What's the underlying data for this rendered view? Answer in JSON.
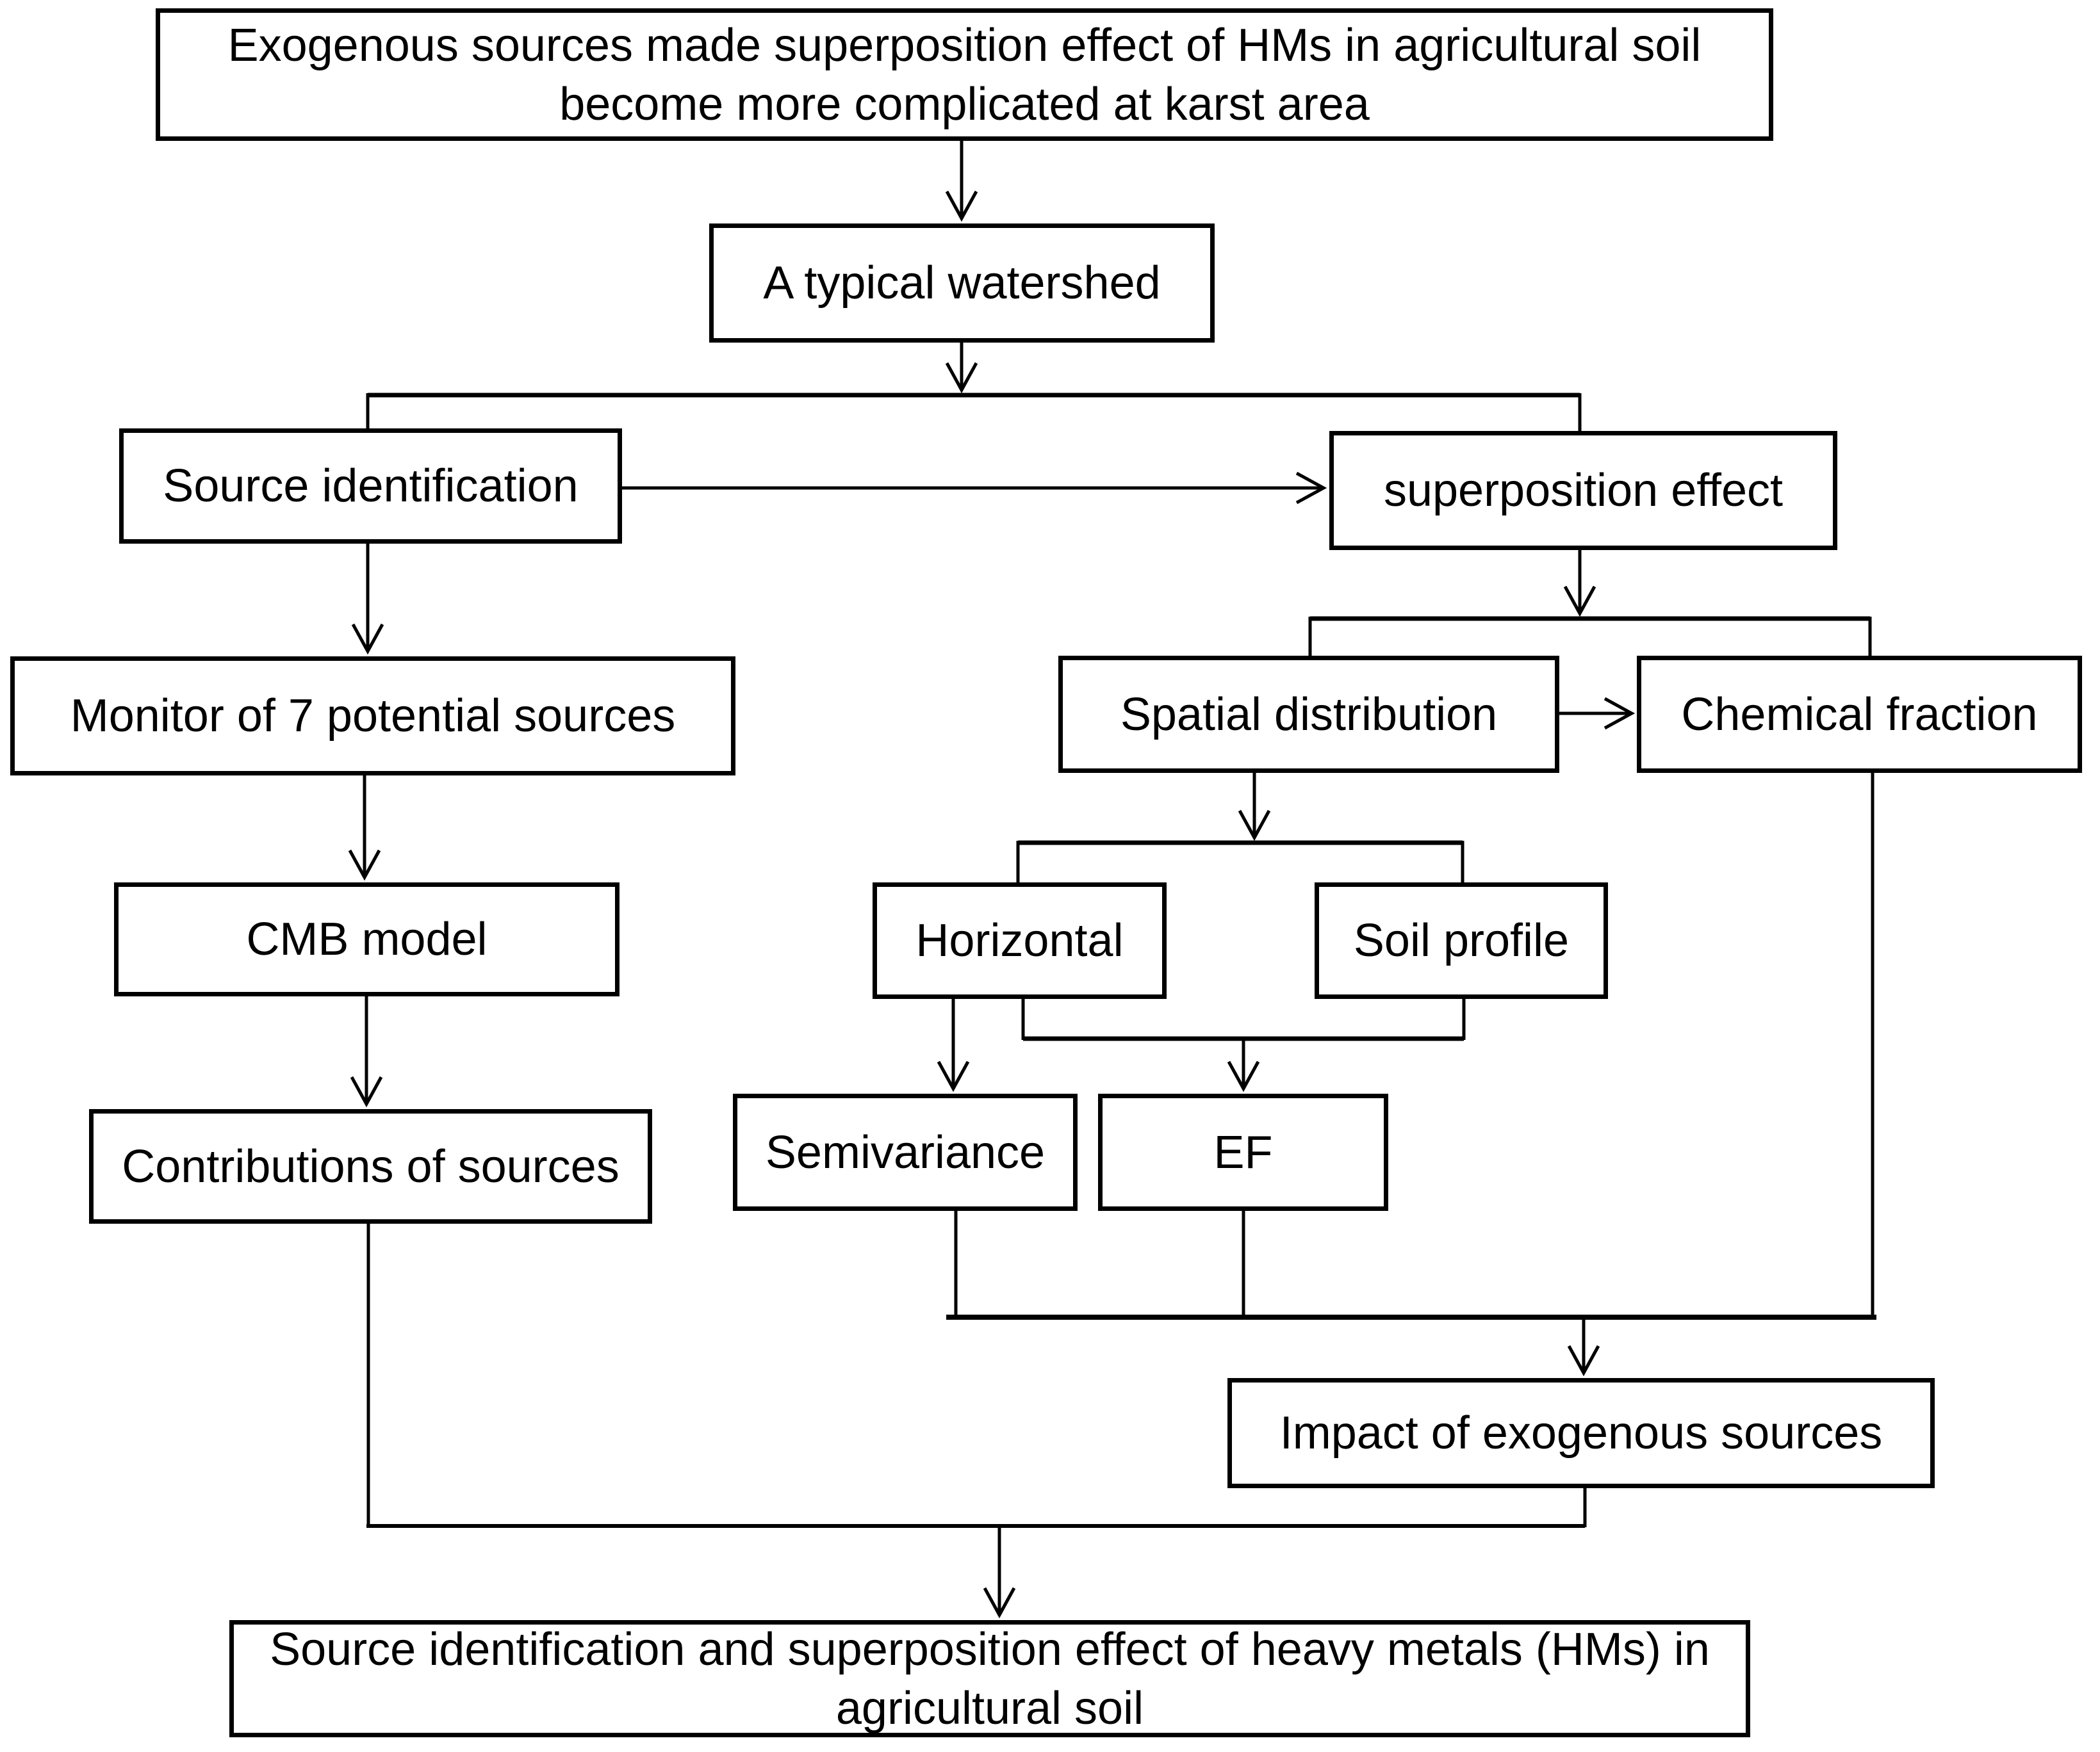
{
  "figure": {
    "type": "flowchart",
    "background_color": "#ffffff",
    "line_color": "#000000",
    "text_color": "#000000"
  },
  "nodes": {
    "premise": {
      "label": "Exogenous sources made superposition effect of HMs in agricultural soil become more complicated at karst area"
    },
    "watershed": {
      "label": "A typical watershed"
    },
    "source_identification": {
      "label": "Source identification"
    },
    "superposition_effect": {
      "label": "superposition effect"
    },
    "monitor": {
      "label": "Monitor of 7 potential sources"
    },
    "spatial_distribution": {
      "label": "Spatial distribution"
    },
    "chemical_fraction": {
      "label": "Chemical fraction"
    },
    "cmb_model": {
      "label": "CMB model"
    },
    "horizontal": {
      "label": "Horizontal"
    },
    "soil_profile": {
      "label": "Soil profile"
    },
    "semivariance": {
      "label": "Semivariance"
    },
    "ef": {
      "label": "EF"
    },
    "contributions": {
      "label": "Contributions of sources"
    },
    "impact": {
      "label": "Impact of exogenous sources"
    },
    "conclusion": {
      "label": "Source identification and superposition effect of heavy metals (HMs) in agricultural soil"
    }
  },
  "edges": [
    {
      "from": "premise",
      "to": "watershed",
      "arrowhead": true
    },
    {
      "from": "watershed",
      "to": "source_identification",
      "arrowhead": false
    },
    {
      "from": "watershed",
      "to": "superposition_effect",
      "arrowhead": false
    },
    {
      "from": "source_identification",
      "to": "superposition_effect",
      "arrowhead": true
    },
    {
      "from": "source_identification",
      "to": "monitor",
      "arrowhead": true
    },
    {
      "from": "monitor",
      "to": "cmb_model",
      "arrowhead": true
    },
    {
      "from": "cmb_model",
      "to": "contributions",
      "arrowhead": true
    },
    {
      "from": "superposition_effect",
      "to": "spatial_distribution",
      "arrowhead": false
    },
    {
      "from": "superposition_effect",
      "to": "chemical_fraction",
      "arrowhead": false
    },
    {
      "from": "spatial_distribution",
      "to": "chemical_fraction",
      "arrowhead": true
    },
    {
      "from": "spatial_distribution",
      "to": "horizontal",
      "arrowhead": false
    },
    {
      "from": "spatial_distribution",
      "to": "soil_profile",
      "arrowhead": false
    },
    {
      "from": "horizontal",
      "to": "semivariance",
      "arrowhead": true
    },
    {
      "from": "horizontal",
      "to": "ef",
      "arrowhead": true
    },
    {
      "from": "soil_profile",
      "to": "ef",
      "arrowhead": true
    },
    {
      "from": "semivariance",
      "to": "impact",
      "arrowhead": true
    },
    {
      "from": "ef",
      "to": "impact",
      "arrowhead": true
    },
    {
      "from": "chemical_fraction",
      "to": "impact",
      "arrowhead": true
    },
    {
      "from": "contributions",
      "to": "conclusion",
      "arrowhead": true
    },
    {
      "from": "impact",
      "to": "conclusion",
      "arrowhead": true
    }
  ]
}
